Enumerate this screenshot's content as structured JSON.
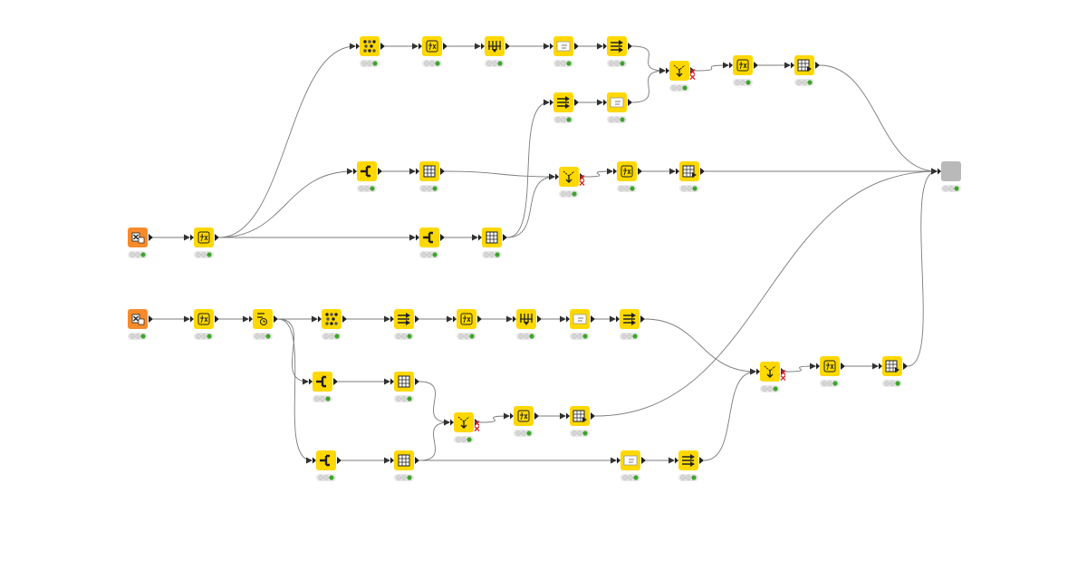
{
  "workflow": {
    "colors": {
      "manipulator": "#ffd800",
      "source": "#f58b2c",
      "component": "#b9b9b9",
      "edge": "#7b7b7b",
      "status_ok": "#3fa42e",
      "status_off": "#d6d6d6",
      "status_bg": "#e8e8e8",
      "inactive_mark": "#d7262b"
    },
    "nodes": [
      {
        "id": "t1",
        "icon": "split-icon",
        "type": "manipulator"
      },
      {
        "id": "t2",
        "icon": "math-formula-icon",
        "type": "manipulator"
      },
      {
        "id": "t3",
        "icon": "group-icon",
        "type": "manipulator"
      },
      {
        "id": "t4",
        "icon": "column-rename-icon",
        "type": "manipulator"
      },
      {
        "id": "t5",
        "icon": "column-filter-icon",
        "type": "manipulator"
      },
      {
        "id": "t6",
        "icon": "column-filter-icon",
        "type": "manipulator"
      },
      {
        "id": "t7",
        "icon": "column-rename-icon",
        "type": "manipulator"
      },
      {
        "id": "t8",
        "icon": "joiner-icon",
        "type": "manipulator",
        "inactive": true
      },
      {
        "id": "t9",
        "icon": "math-formula-icon",
        "type": "manipulator"
      },
      {
        "id": "t10",
        "icon": "column-appender-icon",
        "type": "manipulator"
      },
      {
        "id": "m1",
        "icon": "row-splitter-icon",
        "type": "manipulator"
      },
      {
        "id": "m2",
        "icon": "table-icon",
        "type": "manipulator"
      },
      {
        "id": "m3",
        "icon": "joiner-icon",
        "type": "manipulator",
        "inactive": true
      },
      {
        "id": "m4",
        "icon": "math-formula-icon",
        "type": "manipulator"
      },
      {
        "id": "m5",
        "icon": "column-appender-icon",
        "type": "manipulator"
      },
      {
        "id": "r1",
        "icon": "excel-reader-icon",
        "type": "source"
      },
      {
        "id": "r2",
        "icon": "math-formula-icon",
        "type": "manipulator"
      },
      {
        "id": "r3",
        "icon": "row-splitter-icon",
        "type": "manipulator"
      },
      {
        "id": "r4",
        "icon": "table-icon",
        "type": "manipulator"
      },
      {
        "id": "out",
        "icon": "component-icon",
        "type": "component"
      },
      {
        "id": "b1",
        "icon": "excel-reader-icon",
        "type": "source"
      },
      {
        "id": "b2",
        "icon": "math-formula-icon",
        "type": "manipulator"
      },
      {
        "id": "b3",
        "icon": "rule-engine-icon",
        "type": "manipulator"
      },
      {
        "id": "b4",
        "icon": "split-icon",
        "type": "manipulator"
      },
      {
        "id": "b5",
        "icon": "column-filter-icon",
        "type": "manipulator"
      },
      {
        "id": "b6",
        "icon": "math-formula-icon",
        "type": "manipulator"
      },
      {
        "id": "b7",
        "icon": "group-icon",
        "type": "manipulator"
      },
      {
        "id": "b8",
        "icon": "column-rename-icon",
        "type": "manipulator"
      },
      {
        "id": "b9",
        "icon": "column-filter-icon",
        "type": "manipulator"
      },
      {
        "id": "c1",
        "icon": "row-splitter-icon",
        "type": "manipulator"
      },
      {
        "id": "c2",
        "icon": "table-icon",
        "type": "manipulator"
      },
      {
        "id": "c3",
        "icon": "joiner-icon",
        "type": "manipulator",
        "inactive": true
      },
      {
        "id": "c4",
        "icon": "math-formula-icon",
        "type": "manipulator"
      },
      {
        "id": "c5",
        "icon": "column-appender-icon",
        "type": "manipulator"
      },
      {
        "id": "d1",
        "icon": "row-splitter-icon",
        "type": "manipulator"
      },
      {
        "id": "d2",
        "icon": "table-icon",
        "type": "manipulator"
      },
      {
        "id": "d3",
        "icon": "column-rename-icon",
        "type": "manipulator"
      },
      {
        "id": "d4",
        "icon": "column-filter-icon",
        "type": "manipulator"
      },
      {
        "id": "e1",
        "icon": "joiner-icon",
        "type": "manipulator",
        "inactive": true
      },
      {
        "id": "e2",
        "icon": "math-formula-icon",
        "type": "manipulator"
      },
      {
        "id": "e3",
        "icon": "column-appender-icon",
        "type": "manipulator"
      }
    ],
    "edges": [
      [
        "r1",
        "r2"
      ],
      [
        "r2",
        "t1"
      ],
      [
        "r2",
        "m1"
      ],
      [
        "r2",
        "r3"
      ],
      [
        "t1",
        "t2"
      ],
      [
        "t2",
        "t3"
      ],
      [
        "t3",
        "t4"
      ],
      [
        "t4",
        "t5"
      ],
      [
        "t5",
        "t8"
      ],
      [
        "t6",
        "t7"
      ],
      [
        "t7",
        "t8"
      ],
      [
        "t8",
        "t9"
      ],
      [
        "t9",
        "t10"
      ],
      [
        "t10",
        "out"
      ],
      [
        "m1",
        "m2"
      ],
      [
        "m2",
        "m3"
      ],
      [
        "r3",
        "r4"
      ],
      [
        "r4",
        "m3"
      ],
      [
        "r4",
        "t6"
      ],
      [
        "m3",
        "m4"
      ],
      [
        "m4",
        "m5"
      ],
      [
        "m5",
        "out"
      ],
      [
        "b1",
        "b2"
      ],
      [
        "b2",
        "b3"
      ],
      [
        "b3",
        "b4"
      ],
      [
        "b3",
        "c1"
      ],
      [
        "b3",
        "d1"
      ],
      [
        "b4",
        "b5"
      ],
      [
        "b5",
        "b6"
      ],
      [
        "b6",
        "b7"
      ],
      [
        "b7",
        "b8"
      ],
      [
        "b8",
        "b9"
      ],
      [
        "b9",
        "e1"
      ],
      [
        "c1",
        "c2"
      ],
      [
        "c2",
        "c3"
      ],
      [
        "d1",
        "d2"
      ],
      [
        "d2",
        "c3"
      ],
      [
        "d2",
        "d3"
      ],
      [
        "c3",
        "c4"
      ],
      [
        "c4",
        "c5"
      ],
      [
        "c5",
        "out"
      ],
      [
        "d3",
        "d4"
      ],
      [
        "d4",
        "e1"
      ],
      [
        "e1",
        "e2"
      ],
      [
        "e2",
        "e3"
      ],
      [
        "e3",
        "out"
      ]
    ]
  }
}
